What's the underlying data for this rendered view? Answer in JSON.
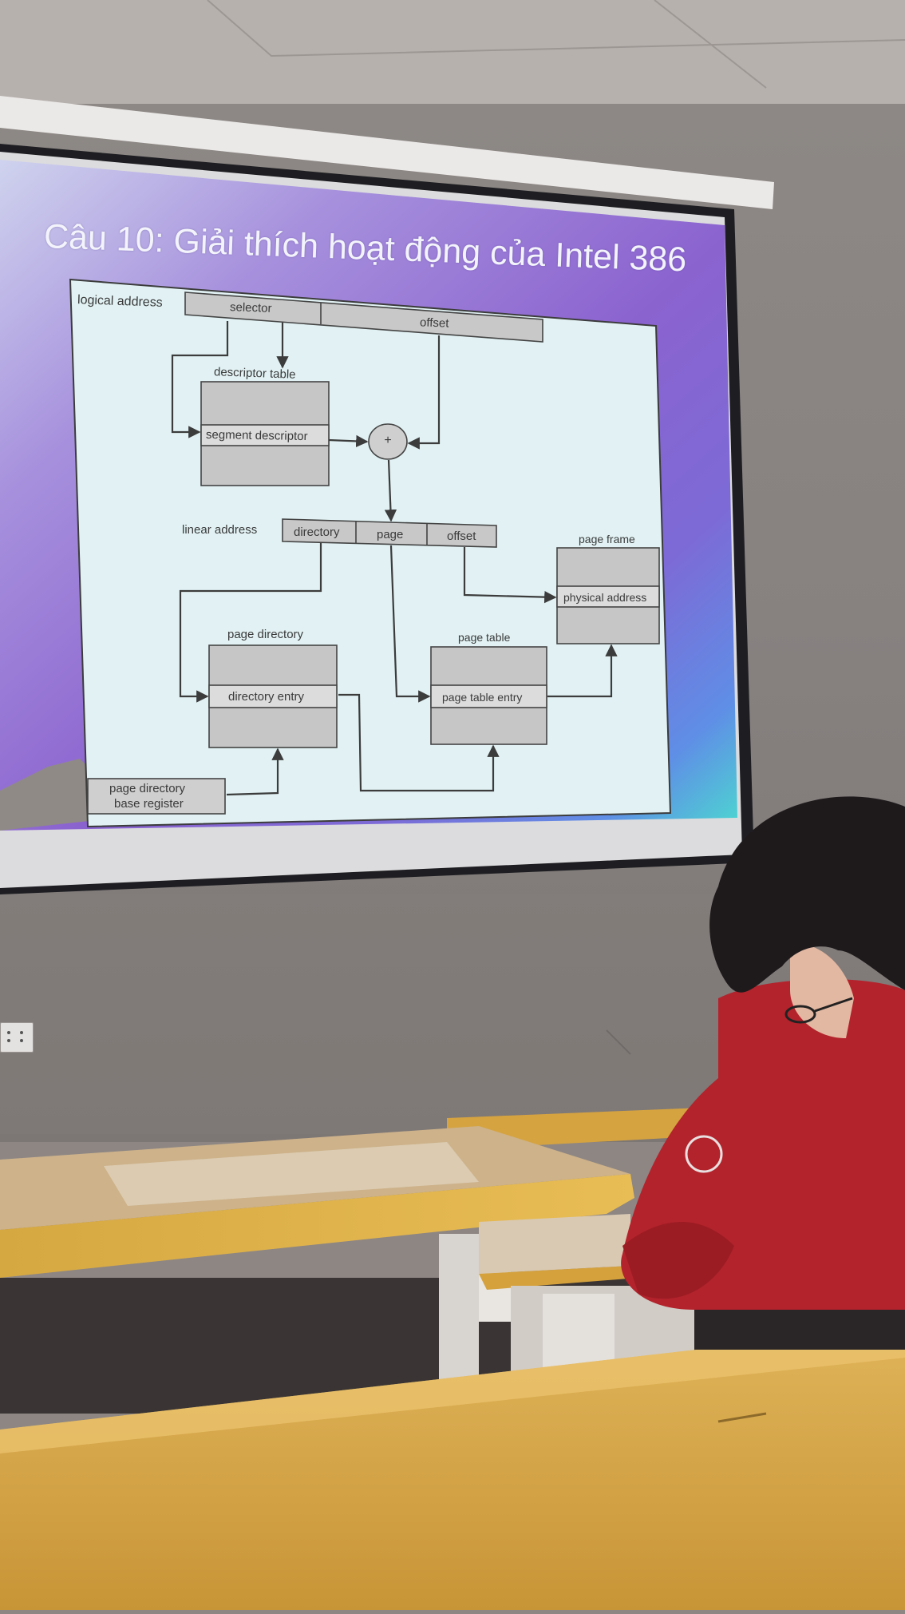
{
  "slide": {
    "title": "Câu 10: Giải thích hoạt động của Intel 386"
  },
  "diagram": {
    "logical_address": "logical address",
    "selector": "selector",
    "offset_top": "offset",
    "descriptor_table": "descriptor table",
    "segment_descriptor": "segment descriptor",
    "adder_symbol": "+",
    "linear_address": "linear address",
    "directory": "directory",
    "page": "page",
    "offset_linear": "offset",
    "page_frame": "page frame",
    "physical_address": "physical address",
    "page_directory": "page directory",
    "directory_entry": "directory entry",
    "page_table": "page table",
    "page_table_entry": "page table entry",
    "pdbr_line1": "page directory",
    "pdbr_line2": "base register"
  },
  "colors": {
    "slide_bg_top": "#6f6fd2",
    "slide_bg_mid": "#8a63d0",
    "diagram_bg": "#e2f2f4",
    "box_fill": "#c7c6c7",
    "chair_red": "#b3232c",
    "desk_yellow": "#d8a63a"
  }
}
